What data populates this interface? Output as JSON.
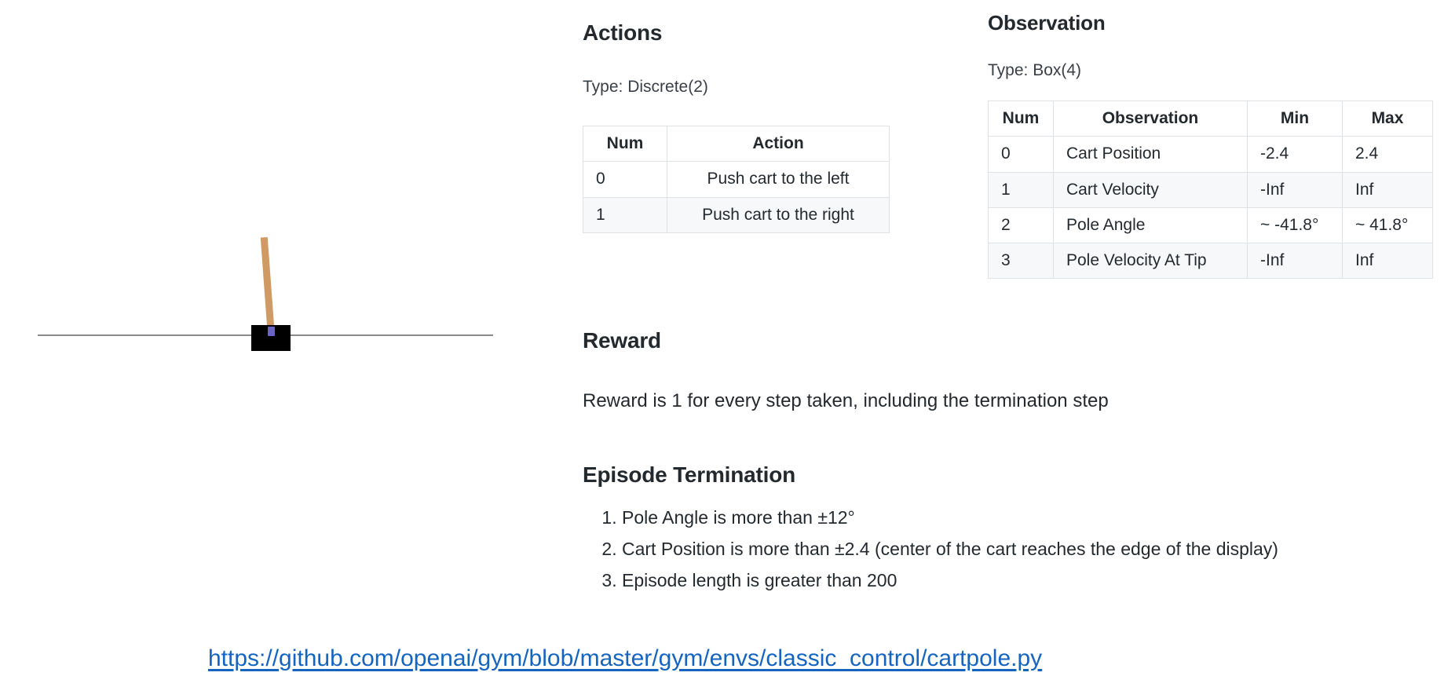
{
  "figure": {
    "name": "cartpole-illustration",
    "colors": {
      "cart": "#000000",
      "pole": "#cf9a63",
      "axle": "#6a63c8",
      "track": "#8a8a8a"
    }
  },
  "actions": {
    "heading": "Actions",
    "type_line": "Type: Discrete(2)",
    "table": {
      "headers": [
        "Num",
        "Action"
      ],
      "rows": [
        {
          "num": "0",
          "action": "Push cart to the left"
        },
        {
          "num": "1",
          "action": "Push cart to the right"
        }
      ]
    }
  },
  "observation": {
    "heading": "Observation",
    "type_line": "Type: Box(4)",
    "table": {
      "headers": [
        "Num",
        "Observation",
        "Min",
        "Max"
      ],
      "rows": [
        {
          "num": "0",
          "observation": "Cart Position",
          "min": "-2.4",
          "max": "2.4"
        },
        {
          "num": "1",
          "observation": "Cart Velocity",
          "min": "-Inf",
          "max": "Inf"
        },
        {
          "num": "2",
          "observation": "Pole Angle",
          "min": "~ -41.8°",
          "max": "~ 41.8°"
        },
        {
          "num": "3",
          "observation": "Pole Velocity At Tip",
          "min": "-Inf",
          "max": "Inf"
        }
      ]
    }
  },
  "reward": {
    "heading": "Reward",
    "text": "Reward is 1 for every step taken, including the termination step"
  },
  "termination": {
    "heading": "Episode Termination",
    "items": [
      "Pole Angle is more than ±12°",
      "Cart Position is more than ±2.4 (center of the cart reaches the edge of the display)",
      "Episode length is greater than 200"
    ]
  },
  "link": {
    "text": "https://github.com/openai/gym/blob/master/gym/envs/classic_control/cartpole.py",
    "color": "#1565c0"
  }
}
